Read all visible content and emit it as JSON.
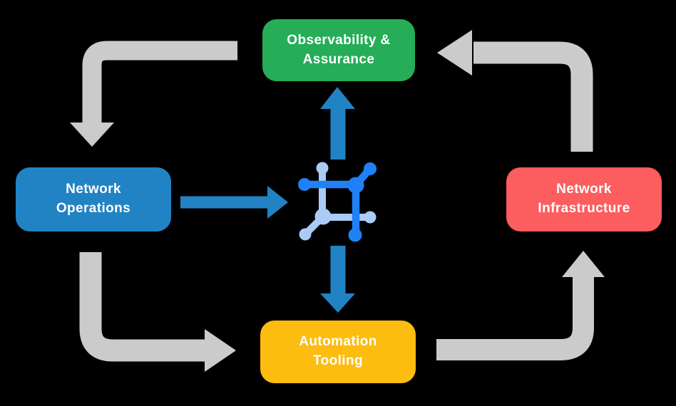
{
  "diagram": {
    "nodes": {
      "observability": {
        "line1": "Observability &",
        "line2": "Assurance",
        "color": "#25AD57"
      },
      "operations": {
        "line1": "Network",
        "line2": "Operations",
        "color": "#2183C4"
      },
      "infrastructure": {
        "line1": "Network",
        "line2": "Infrastructure",
        "color": "#FC5D5F"
      },
      "automation": {
        "line1": "Automation",
        "line2": "Tooling",
        "color": "#FDBC10"
      }
    },
    "center_icon": {
      "name": "network-mesh-icon",
      "dark_blue": "#2080F6",
      "light_blue": "#A9CBF5"
    },
    "colors": {
      "background": "#000000",
      "node_text": "#FFFFFF",
      "cycle_arrow_gray": "#CBCBCB",
      "flow_arrow_blue": "#2183C4"
    }
  }
}
